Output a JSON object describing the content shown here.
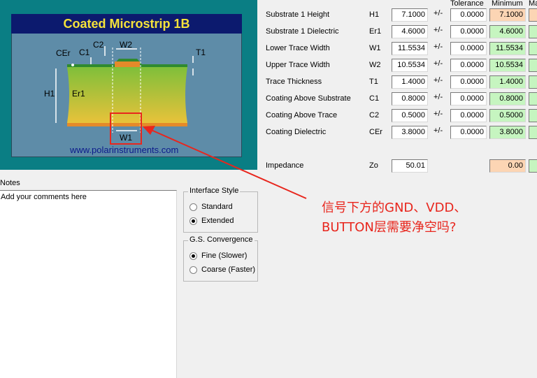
{
  "diagram": {
    "title": "Coated Microstrip 1B",
    "url": "www.polarinstruments.com",
    "labels": {
      "cer": "CEr",
      "c1": "C1",
      "c2": "C2",
      "w2": "W2",
      "t1": "T1",
      "h1": "H1",
      "er1": "Er1",
      "w1": "W1"
    }
  },
  "table": {
    "headers": {
      "tolerance": "Tolerance",
      "minimum": "Minimum",
      "maximum": "Ma"
    },
    "rows": [
      {
        "label": "Substrate 1 Height",
        "symbol": "H1",
        "value": "7.1000",
        "pm": "+/-",
        "tolerance": "0.0000",
        "minimum": "7.1000",
        "min_color": "peach"
      },
      {
        "label": "Substrate 1 Dielectric",
        "symbol": "Er1",
        "value": "4.6000",
        "pm": "+/-",
        "tolerance": "0.0000",
        "minimum": "4.6000",
        "min_color": "green"
      },
      {
        "label": "Lower Trace Width",
        "symbol": "W1",
        "value": "11.5534",
        "pm": "+/-",
        "tolerance": "0.0000",
        "minimum": "11.5534",
        "min_color": "green"
      },
      {
        "label": "Upper Trace Width",
        "symbol": "W2",
        "value": "10.5534",
        "pm": "+/-",
        "tolerance": "0.0000",
        "minimum": "10.5534",
        "min_color": "green"
      },
      {
        "label": "Trace Thickness",
        "symbol": "T1",
        "value": "1.4000",
        "pm": "+/-",
        "tolerance": "0.0000",
        "minimum": "1.4000",
        "min_color": "green"
      },
      {
        "label": "Coating Above Substrate",
        "symbol": "C1",
        "value": "0.8000",
        "pm": "+/-",
        "tolerance": "0.0000",
        "minimum": "0.8000",
        "min_color": "green"
      },
      {
        "label": "Coating Above Trace",
        "symbol": "C2",
        "value": "0.5000",
        "pm": "+/-",
        "tolerance": "0.0000",
        "minimum": "0.5000",
        "min_color": "green"
      },
      {
        "label": "Coating Dielectric",
        "symbol": "CEr",
        "value": "3.8000",
        "pm": "+/-",
        "tolerance": "0.0000",
        "minimum": "3.8000",
        "min_color": "green"
      }
    ],
    "impedance": {
      "label": "Impedance",
      "symbol": "Zo",
      "value": "50.01",
      "minimum": "0.00"
    }
  },
  "notes": {
    "label": "Notes",
    "placeholder": "Add your comments here"
  },
  "interface_style": {
    "title": "Interface Style",
    "options": [
      {
        "label": "Standard",
        "selected": false
      },
      {
        "label": "Extended",
        "selected": true
      }
    ]
  },
  "gs_convergence": {
    "title": "G.S. Convergence",
    "options": [
      {
        "label": "Fine (Slower)",
        "selected": true
      },
      {
        "label": "Coarse (Faster)",
        "selected": false
      }
    ]
  },
  "annotation": {
    "line1": "信号下方的GND、VDD、",
    "line2": "BUTTON层需要净空吗?",
    "color": "#e8261d"
  }
}
